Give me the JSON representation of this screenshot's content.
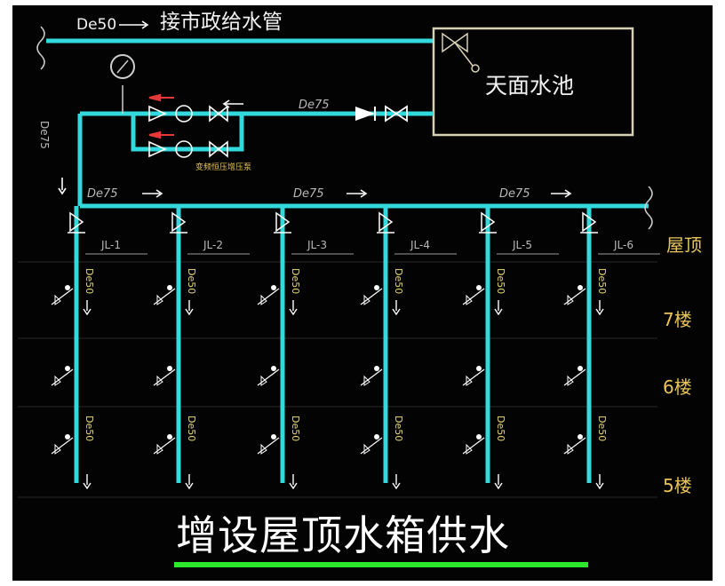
{
  "city_supply": {
    "size": "De50",
    "label": "接市政给水管"
  },
  "tank": {
    "label": "天面水池"
  },
  "pump_group": {
    "outlet_size": "De75",
    "label": "变频恒压增压泵"
  },
  "riser_feed": {
    "size": "De75"
  },
  "header": {
    "sizes": [
      "De75",
      "De75",
      "De75"
    ]
  },
  "risers": [
    "JL-1",
    "JL-2",
    "JL-3",
    "JL-4",
    "JL-5",
    "JL-6"
  ],
  "branch_size": "De50",
  "floors": [
    "屋顶",
    "7楼",
    "6楼",
    "5楼"
  ],
  "caption": "增设屋顶水箱供水",
  "colors": {
    "background": "#030303",
    "pipe": "#33d9dd",
    "underline": "#2ee82e",
    "floor_label": "#e8c45a",
    "frame": "#d6d0b8"
  }
}
